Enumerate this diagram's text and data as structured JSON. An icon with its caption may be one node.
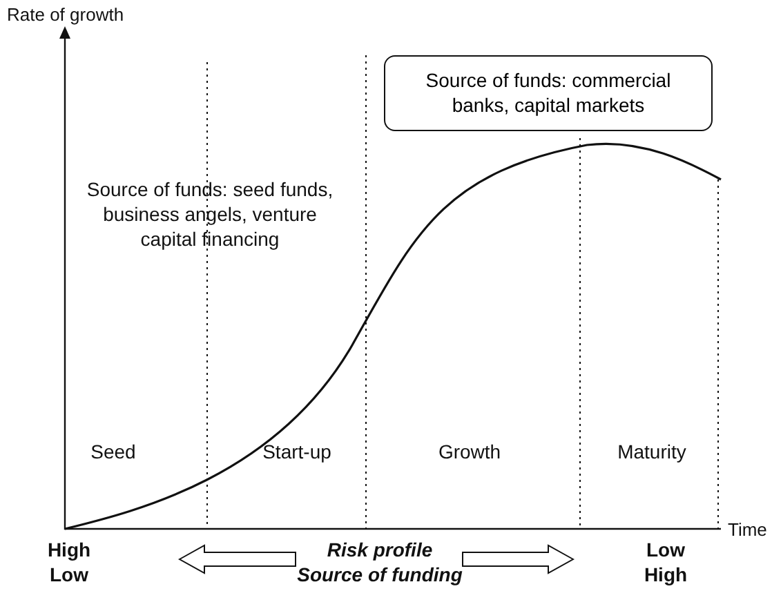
{
  "diagram": {
    "nodes": [
      {
        "text": [
          "Source of funds: commercial banks, capital markets"
        ]
      }
    ],
    "labels": [
      "Rate of growth",
      "Time",
      "Source of funds: seed funds, business angels, venture capital financing",
      "Seed",
      "Start-up",
      "Growth",
      "Maturity",
      "High",
      "Low",
      "Risk profile",
      "Source of funding",
      "Low",
      "High"
    ]
  }
}
